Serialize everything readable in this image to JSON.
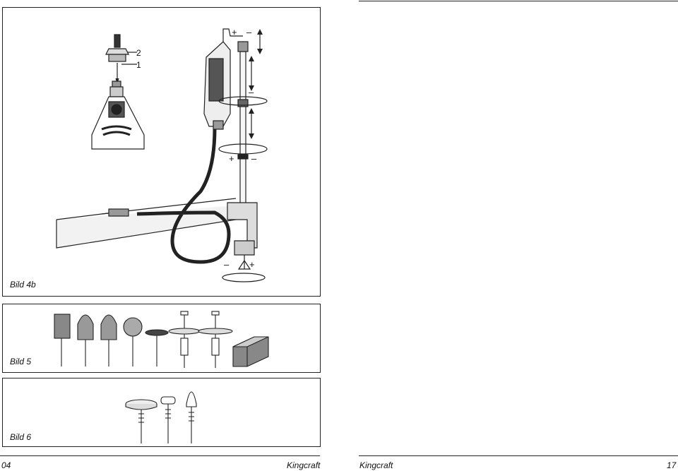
{
  "left_page": {
    "figures": [
      {
        "label": "Bild 4b",
        "callouts": [
          "2",
          "1"
        ],
        "signs": [
          "+",
          "–",
          "–",
          "+",
          "–",
          "–",
          "+"
        ]
      },
      {
        "label": "Bild 5"
      },
      {
        "label": "Bild 6"
      }
    ],
    "footer": {
      "page_number": "04",
      "brand": "Kingcraft"
    }
  },
  "right_page": {
    "footer": {
      "brand": "Kingcraft",
      "page_number": "17"
    }
  }
}
